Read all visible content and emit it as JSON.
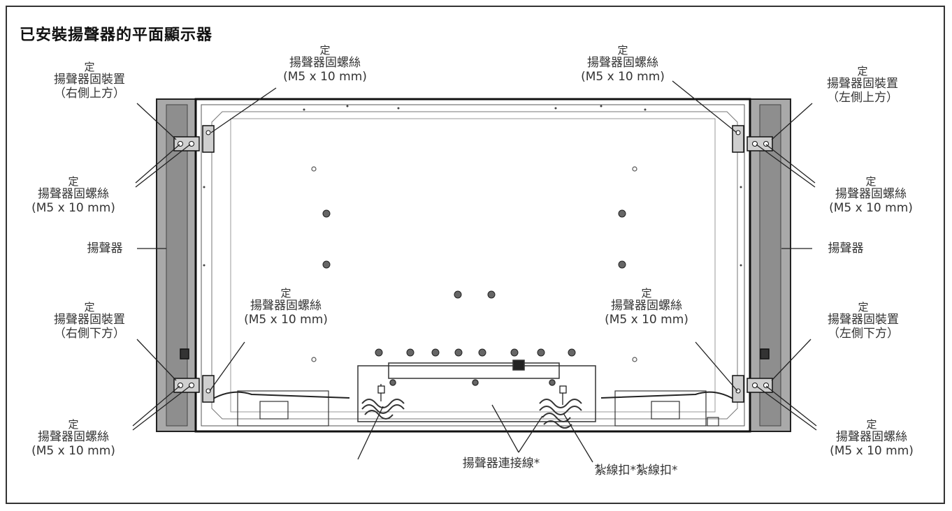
{
  "title": "已安裝揚聲器的平面顯示器",
  "labels": {
    "tl_bracket": {
      "sup": "定",
      "l1": "揚聲器固裝置",
      "l2": "（右側上方）"
    },
    "tl_screw": {
      "sup": "定",
      "l1": "揚聲器固螺絲",
      "l2": "(M5 x 10 mm)"
    },
    "left_speaker": "揚聲器",
    "bl_bracket": {
      "sup": "定",
      "l1": "揚聲器固裝置",
      "l2": "（右側下方）"
    },
    "bl_screw": {
      "sup": "定",
      "l1": "揚聲器固螺絲",
      "l2": "(M5 x 10 mm)"
    },
    "top_left_screw": {
      "sup": "定",
      "l1": "揚聲器固螺絲",
      "l2": "(M5 x 10 mm)"
    },
    "top_right_screw": {
      "sup": "定",
      "l1": "揚聲器固螺絲",
      "l2": "(M5 x 10 mm)"
    },
    "mid_left_screw": {
      "sup": "定",
      "l1": "揚聲器固螺絲",
      "l2": "(M5 x 10 mm)"
    },
    "mid_right_screw": {
      "sup": "定",
      "l1": "揚聲器固螺絲",
      "l2": "(M5 x 10 mm)"
    },
    "tr_bracket": {
      "sup": "定",
      "l1": "揚聲器固裝置",
      "l2": "（左側上方）"
    },
    "tr_screw": {
      "sup": "定",
      "l1": "揚聲器固螺絲",
      "l2": "(M5 x 10 mm)"
    },
    "right_speaker": "揚聲器",
    "br_bracket": {
      "sup": "定",
      "l1": "揚聲器固裝置",
      "l2": "（左側下方）"
    },
    "br_screw": {
      "sup": "定",
      "l1": "揚聲器固螺絲",
      "l2": "(M5 x 10 mm)"
    },
    "cable": "揚聲器連接線*",
    "clamp": "紮線扣*紮線扣*"
  }
}
